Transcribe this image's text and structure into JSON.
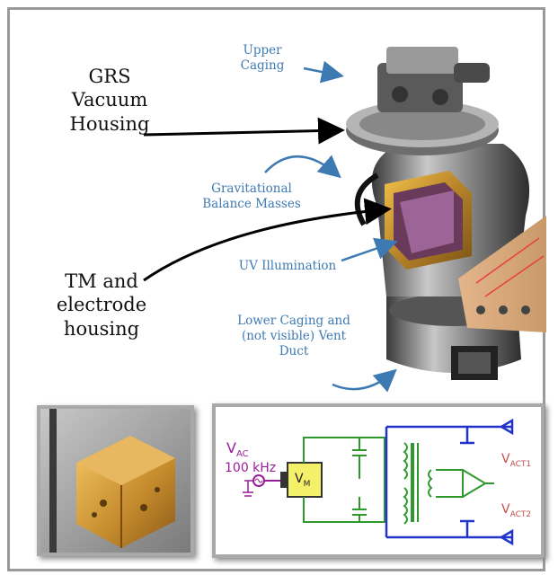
{
  "labels": {
    "grs": "GRS\nVacuum\nHousing",
    "tm": "TM and\nelectrode\nhousing",
    "upper_caging": "Upper\nCaging",
    "gravitational": "Gravitational\nBalance Masses",
    "uv": "UV Illumination",
    "lower_caging": "Lower Caging and\n(not visible) Vent\nDuct"
  },
  "circuit": {
    "vac_main": "V",
    "vac_sub": "AC",
    "freq": "100 kHz",
    "vm_main": "V",
    "vm_sub": "M",
    "act1_main": "V",
    "act1_sub": "ACT1",
    "act2_main": "V",
    "act2_sub": "ACT2"
  },
  "colors": {
    "label_blue": "#3d7ab3",
    "circuit_green": "#2e9a2e",
    "circuit_blue": "#2233cc",
    "source_purple": "#9a1e9a",
    "vact_red": "#c0504d"
  }
}
